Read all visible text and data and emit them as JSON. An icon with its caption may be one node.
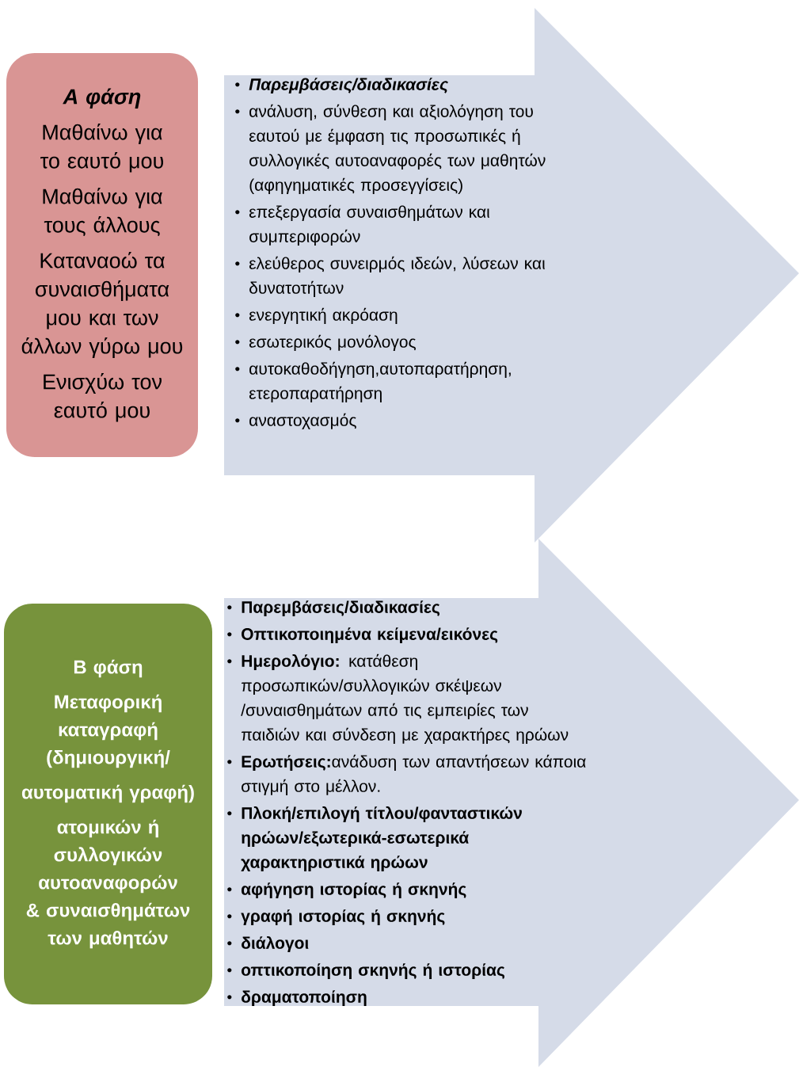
{
  "diagram": {
    "nodes": [
      {
        "text": [
          "Α φάση",
          "Μαθαίνω για το εαυτό μου",
          "Μαθαίνω για τους άλλους",
          "Καταναοώ τα συναισθήματα μου και των άλλων γύρω μου",
          "Ενισχύω τον εαυτό μου"
        ]
      },
      {
        "text": [
          "Παρεμβάσεις/διαδικασίες",
          "ανάλυση, σύνθεση και αξιολόγηση του εαυτού με έμφαση τις προσωπικές ή συλλογικές αυτοαναφορές των μαθητών (αφηγηματικές προσεγγίσεις)",
          "επεξεργασία συναισθημάτων και συμπεριφορών",
          "ελεύθερος συνειρμός ιδεών, λύσεων και δυνατοτήτων",
          "ενεργητική ακρόαση",
          "εσωτερικός μονόλογος",
          "αυτοκαθοδήγηση,αυτοπαρατήρηση, ετεροπαρατήρηση",
          "αναστοχασμός"
        ]
      },
      {
        "text": [
          "Β φάση",
          "Μεταφορική καταγραφή (δημιουργική/",
          "αυτοματική γραφή)",
          "ατομικών ή συλλογικών αυτοαναφορών & συναισθημάτων των μαθητών"
        ]
      },
      {
        "text": [
          "Παρεμβάσεις/διαδικασίες",
          "Οπτικοποιημένα κείμενα/εικόνες",
          "**Ημερολόγιο:** κατάθεση προσωπικών/συλλογικών σκέψεων /συναισθημάτων από τις εμπειρίες των παιδιών και σύνδεση με χαρακτήρες ηρώων",
          "**Ερωτήσεις:**ανάδυση των απαντήσεων κάποια στιγμή στο μέλλον.",
          "Πλοκή/επιλογή τίτλου/φανταστικών ηρώων/εξωτερικά-εσωτερικά χαρακτηριστικά ηρώων",
          "αφήγηση ιστορίας ή σκηνής",
          "γραφή ιστορίας ή σκηνής",
          "διάλογοι",
          "οπτικοποίηση σκηνής ή ιστορίας",
          "δραματοποίηση"
        ]
      }
    ]
  }
}
